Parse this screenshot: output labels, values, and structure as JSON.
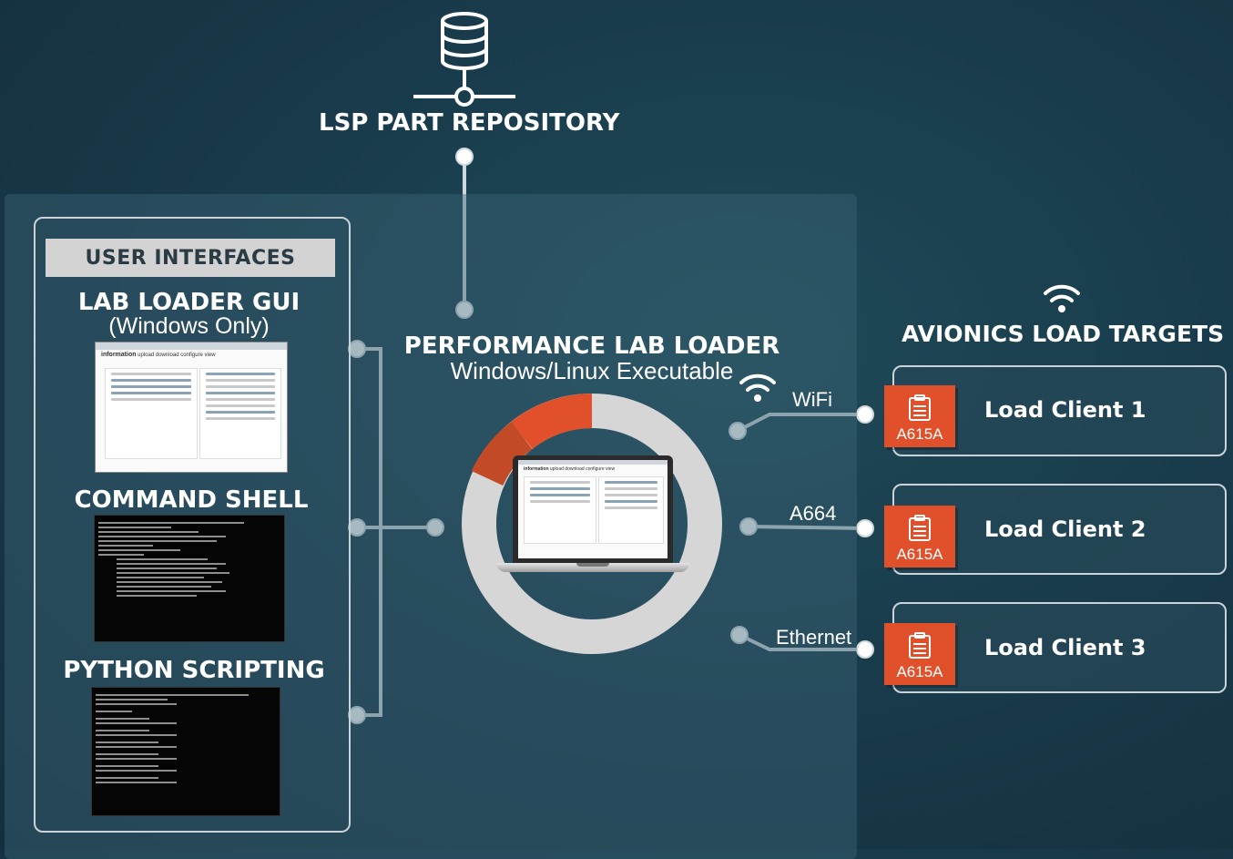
{
  "repository": {
    "title": "LSP PART REPOSITORY",
    "icon": "database-icon"
  },
  "user_interfaces": {
    "header": "USER INTERFACES",
    "lab_loader_gui": {
      "title": "LAB LOADER GUI",
      "subtitle": "(Windows Only)"
    },
    "command_shell": {
      "title": "COMMAND SHELL"
    },
    "python_scripting": {
      "title": "PYTHON SCRIPTING"
    }
  },
  "center": {
    "title": "PERFORMANCE LAB LOADER",
    "subtitle": "Windows/Linux Executable",
    "ring_colors": {
      "ring": "#d6d6d6",
      "accent": "#e0502b",
      "accent_dark": "#c24a26"
    }
  },
  "links": [
    {
      "label": "WiFi",
      "icon": "wifi-icon"
    },
    {
      "label": "A664"
    },
    {
      "label": "Ethernet"
    }
  ],
  "targets": {
    "title": "AVIONICS LOAD TARGETS",
    "icon": "wifi-icon",
    "clients": [
      {
        "label": "Load Client 1",
        "badge": "A615A"
      },
      {
        "label": "Load Client 2",
        "badge": "A615A"
      },
      {
        "label": "Load Client 3",
        "badge": "A615A"
      }
    ]
  },
  "colors": {
    "background": "#18394a",
    "accent": "#e0502b",
    "line": "#cfd8dc"
  }
}
